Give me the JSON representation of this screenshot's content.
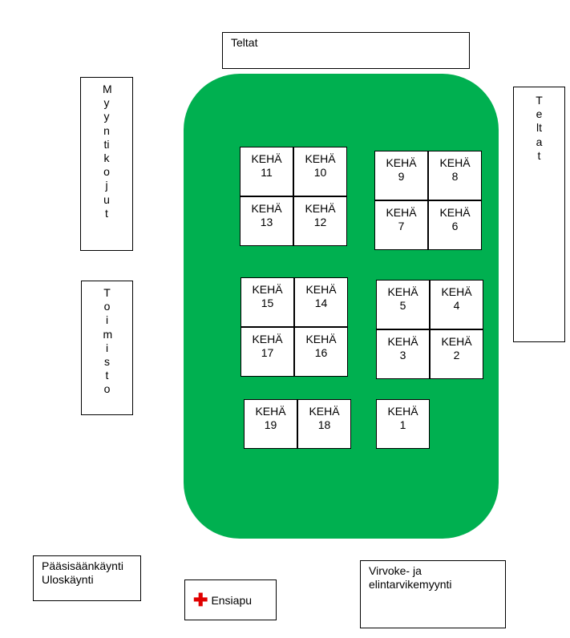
{
  "map": {
    "tents_top": "Teltat",
    "tents_right": "Teltat",
    "sales_booths": "Myyntikojut",
    "office": "Toimisto",
    "main_entrance": "Pääsisäänkäynti\nUloskäynti",
    "first_aid": "Ensiapu",
    "refreshments": "Virvoke- ja\nelintarvikemyynti",
    "ring_label": "KEHÄ",
    "rings": [
      "1",
      "2",
      "3",
      "4",
      "5",
      "6",
      "7",
      "8",
      "9",
      "10",
      "11",
      "12",
      "13",
      "14",
      "15",
      "16",
      "17",
      "18",
      "19"
    ],
    "colors": {
      "field": "#00b050",
      "first_aid_cross": "#e00000"
    }
  }
}
